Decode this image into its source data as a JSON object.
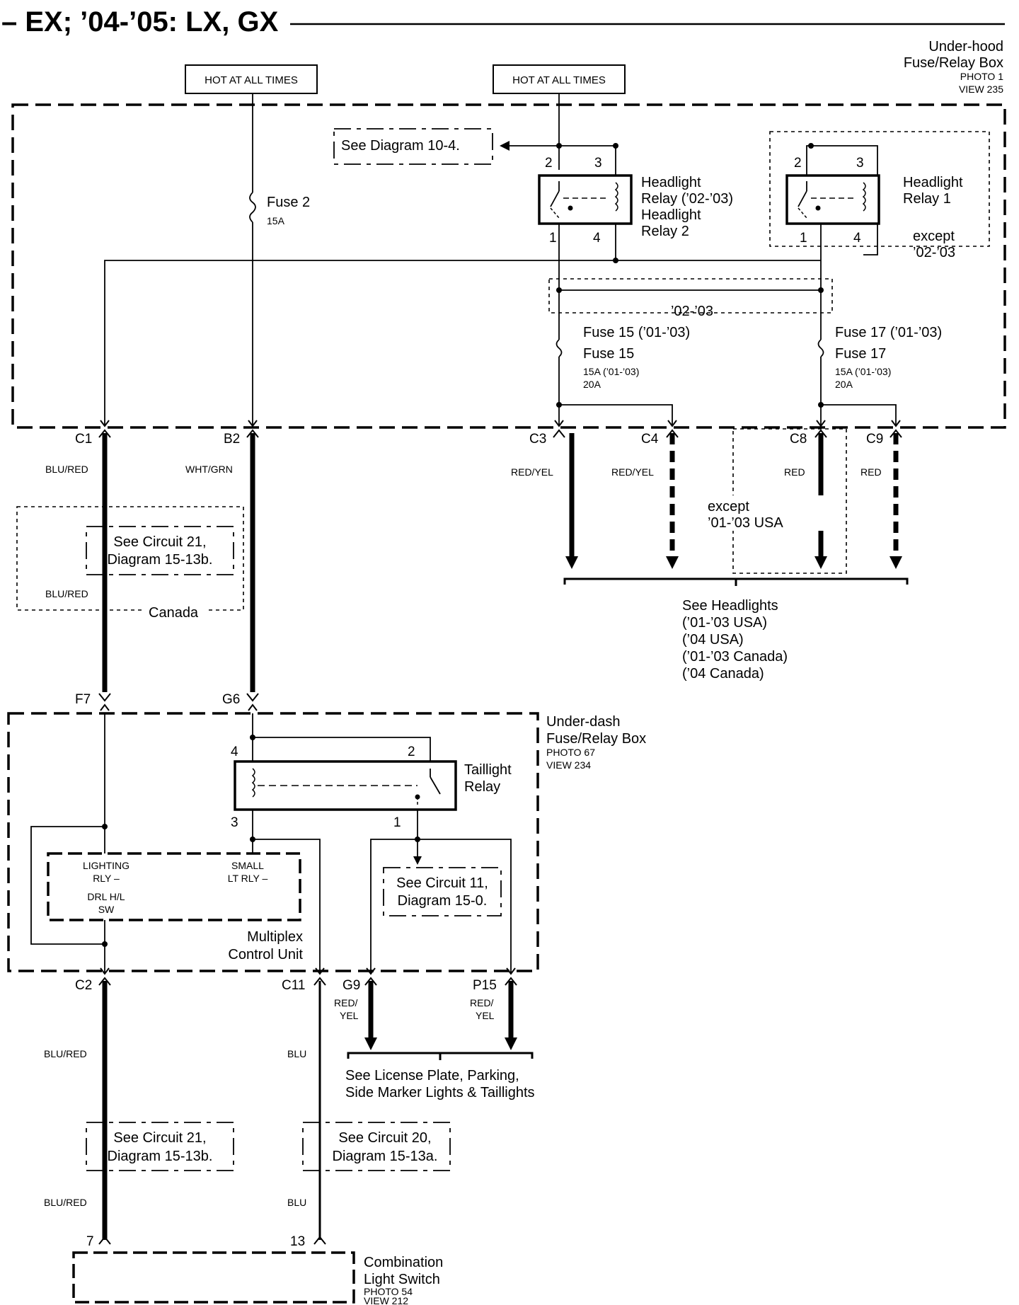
{
  "title": "– EX; ’04-’05: LX, GX",
  "hot_labels": [
    "HOT AT ALL TIMES",
    "HOT AT ALL TIMES"
  ],
  "underhood_box": {
    "lines": [
      "Under-hood",
      "Fuse/Relay Box"
    ],
    "photo": "PHOTO 1",
    "view": "VIEW 235"
  },
  "see_diagram_10_4": "See Diagram 10-4.",
  "fuse2": {
    "name": "Fuse 2",
    "rating": "15A"
  },
  "relay_left": {
    "lines": [
      "Headlight",
      "Relay (’02-’03)",
      "Headlight",
      "Relay 2"
    ],
    "pins": [
      "2",
      "3",
      "1",
      "4"
    ]
  },
  "relay_right": {
    "lines": [
      "Headlight",
      "Relay 1"
    ],
    "pins": [
      "2",
      "3",
      "1",
      "4"
    ],
    "except": [
      "except",
      "’02-’03"
    ]
  },
  "label_02_03": "’02-’03",
  "fuse15": {
    "lines": [
      "Fuse 15 (’01-’03)",
      "Fuse 15"
    ],
    "ratings": [
      "15A (’01-’03)",
      "20A"
    ]
  },
  "fuse17": {
    "lines": [
      "Fuse 17 (’01-’03)",
      "Fuse 17"
    ],
    "ratings": [
      "15A (’01-’03)",
      "20A"
    ]
  },
  "connectors_top": [
    "C1",
    "B2",
    "C3",
    "C4",
    "C8",
    "C9"
  ],
  "wire_colors_top": [
    "BLU/RED",
    "WHT/GRN",
    "RED/YEL",
    "RED/YEL",
    "RED",
    "RED"
  ],
  "except_usa": [
    "except",
    "’01-’03 USA"
  ],
  "canada_box": {
    "label": "Canada",
    "circuit": [
      "See Circuit 21,",
      "Diagram 15-13b."
    ],
    "wire": "BLU/RED"
  },
  "headlights_ref": [
    "See Headlights",
    "(’01-’03 USA)",
    "(’04 USA)",
    "(’01-’03 Canada)",
    "(’04 Canada)"
  ],
  "connectors_mid": [
    "F7",
    "G6"
  ],
  "underdash_box": {
    "lines": [
      "Under-dash",
      "Fuse/Relay Box"
    ],
    "photo": "PHOTO 67",
    "view": "VIEW 234"
  },
  "taillight_relay": {
    "lines": [
      "Taillight",
      "Relay"
    ],
    "pins": [
      "4",
      "2",
      "3",
      "1"
    ]
  },
  "mcu": {
    "lighting": [
      "LIGHTING",
      "RLY –"
    ],
    "small": [
      "SMALL",
      "LT RLY –"
    ],
    "drl": [
      "DRL H/L",
      "SW"
    ],
    "name": [
      "Multiplex",
      "Control Unit"
    ]
  },
  "circuit11": [
    "See Circuit 11,",
    "Diagram 15-0."
  ],
  "connectors_bottom": [
    "C2",
    "C11",
    "G9",
    "P15"
  ],
  "wire_colors_bottom": {
    "c2": "BLU/RED",
    "c11": "BLU",
    "g9": [
      "RED/",
      "YEL"
    ],
    "p15": [
      "RED/",
      "YEL"
    ]
  },
  "license_ref": [
    "See License Plate, Parking,",
    "Side Marker Lights & Taillights"
  ],
  "circuit21b": [
    "See Circuit 21,",
    "Diagram 15-13b."
  ],
  "circuit20": [
    "See Circuit 20,",
    "Diagram 15-13a."
  ],
  "lower_wire_colors": [
    "BLU/RED",
    "BLU"
  ],
  "switch_pins": [
    "7",
    "13"
  ],
  "combo_switch": {
    "lines": [
      "Combination",
      "Light Switch"
    ],
    "photo": "PHOTO 54",
    "view": "VIEW 212"
  }
}
